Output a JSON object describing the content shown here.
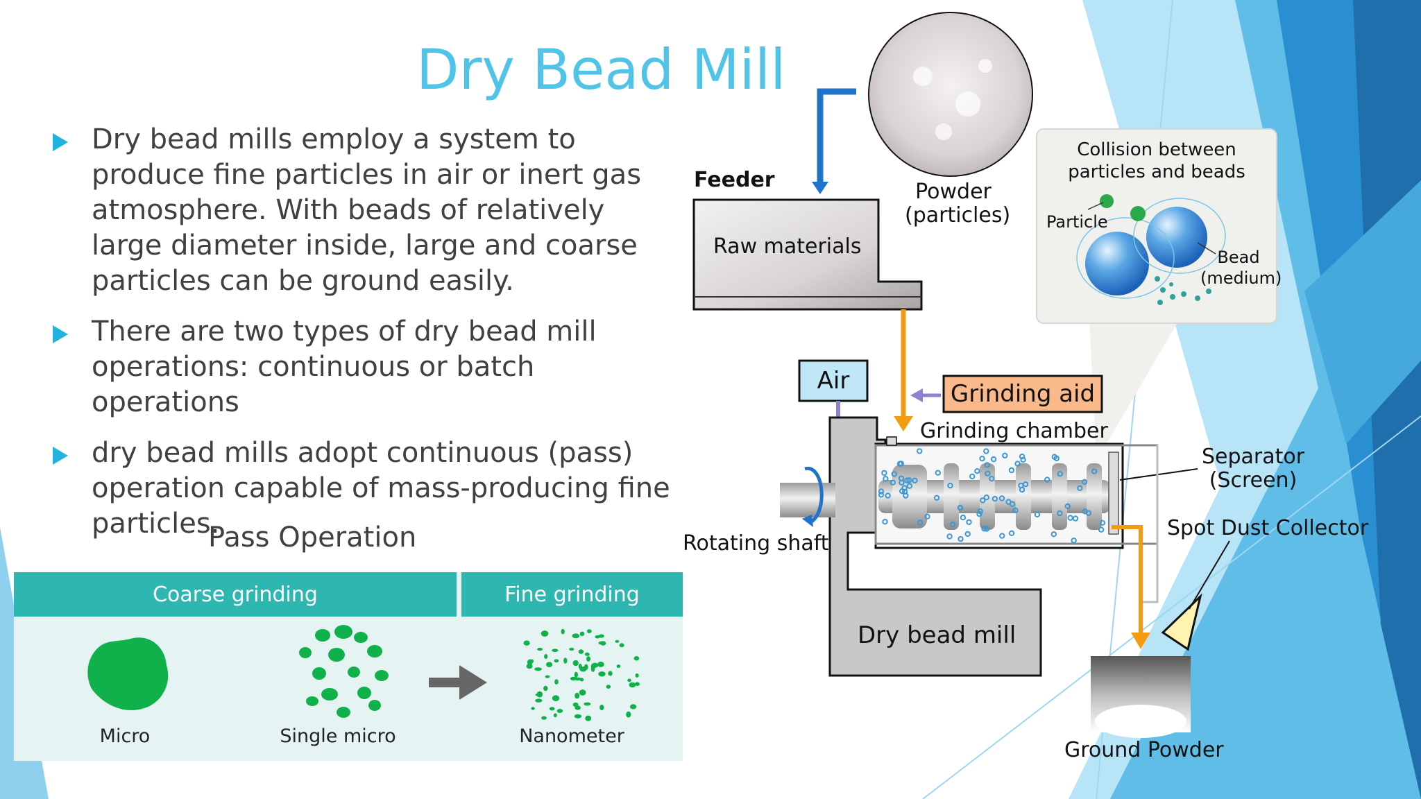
{
  "slide": {
    "title": "Dry Bead Mill",
    "bullets": [
      "Dry bead mills employ a system to produce fine particles in air or inert gas atmosphere. With beads of relatively large diameter inside, large and coarse particles can be ground easily.",
      "There are two types of dry bead mill operations: continuous or batch operations",
      "dry bead mills adopt continuous (pass) operation capable of mass-producing fine particles."
    ]
  },
  "pass_operation": {
    "title": "Pass Operation",
    "stages": [
      "Coarse grinding",
      "Fine grinding"
    ],
    "particles": [
      "Micro",
      "Single micro",
      "Nanometer"
    ]
  },
  "diagram": {
    "feeder": "Feeder",
    "raw_materials": "Raw materials",
    "powder_line1": "Powder",
    "powder_line2": "(particles)",
    "collision_line1": "Collision between",
    "collision_line2": "particles and beads",
    "particle": "Particle",
    "bead_line1": "Bead",
    "bead_line2": "(medium)",
    "air": "Air",
    "grinding_aid": "Grinding aid",
    "grinding_chamber": "Grinding chamber",
    "separator_line1": "Separator",
    "separator_line2": "(Screen)",
    "spot_dust_collector": "Spot Dust Collector",
    "rotating_shaft": "Rotating shaft",
    "dry_bead_mill": "Dry bead mill",
    "ground_powder": "Ground Powder"
  },
  "colors": {
    "title": "#4fc3e8",
    "bullet_marker": "#1fb3de",
    "stage_header": "#2db7b0",
    "particle_green": "#10b14b",
    "flow_orange": "#f39c12",
    "air_box": "#bfe7f7",
    "grinding_aid_box": "#f9b98a",
    "mill_gray": "#c8c8c8"
  }
}
